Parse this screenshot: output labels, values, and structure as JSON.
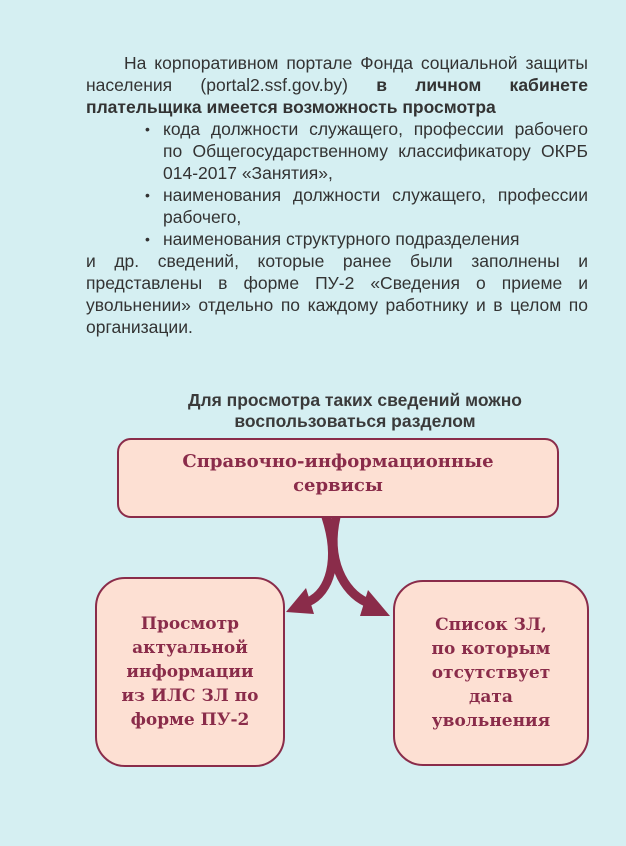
{
  "intro": {
    "text1_plain": "На корпоративном портале Фонда социальной защиты населения (portal2.ssf.gov.by) ",
    "text1_bold": "в личном кабинете плательщика имеется возможность просмотра",
    "bullets": [
      "кода должности служащего, профессии рабочего по Общегосударственному классификатору ОКРБ 014-2017 «Занятия»,",
      "наименования должности служащего, профессии рабочего,",
      "наименования структурного подразделения"
    ],
    "bullet_glyph": "•",
    "text2": " и др. сведений, которые ранее были заполнены и представлены в форме ПУ-2 «Сведения о приеме и увольнении» отдельно по каждому работнику и в целом по организации."
  },
  "heading": {
    "line1": "Для просмотра таких сведений можно",
    "line2": "воспользоваться разделом"
  },
  "diagram": {
    "top_box": {
      "line1": "Справочно-информационные",
      "line2": "сервисы"
    },
    "left_box": {
      "line1": "Просмотр",
      "line2": "актуальной",
      "line3": "информации",
      "line4": "из ИЛС ЗЛ по",
      "line5": "форме ПУ-2"
    },
    "right_box": {
      "line1": "Список ЗЛ,",
      "line2": "по которым",
      "line3": "отсутствует",
      "line4": "дата",
      "line5": "увольнения"
    },
    "arrow_color": "#8a2c4a"
  }
}
